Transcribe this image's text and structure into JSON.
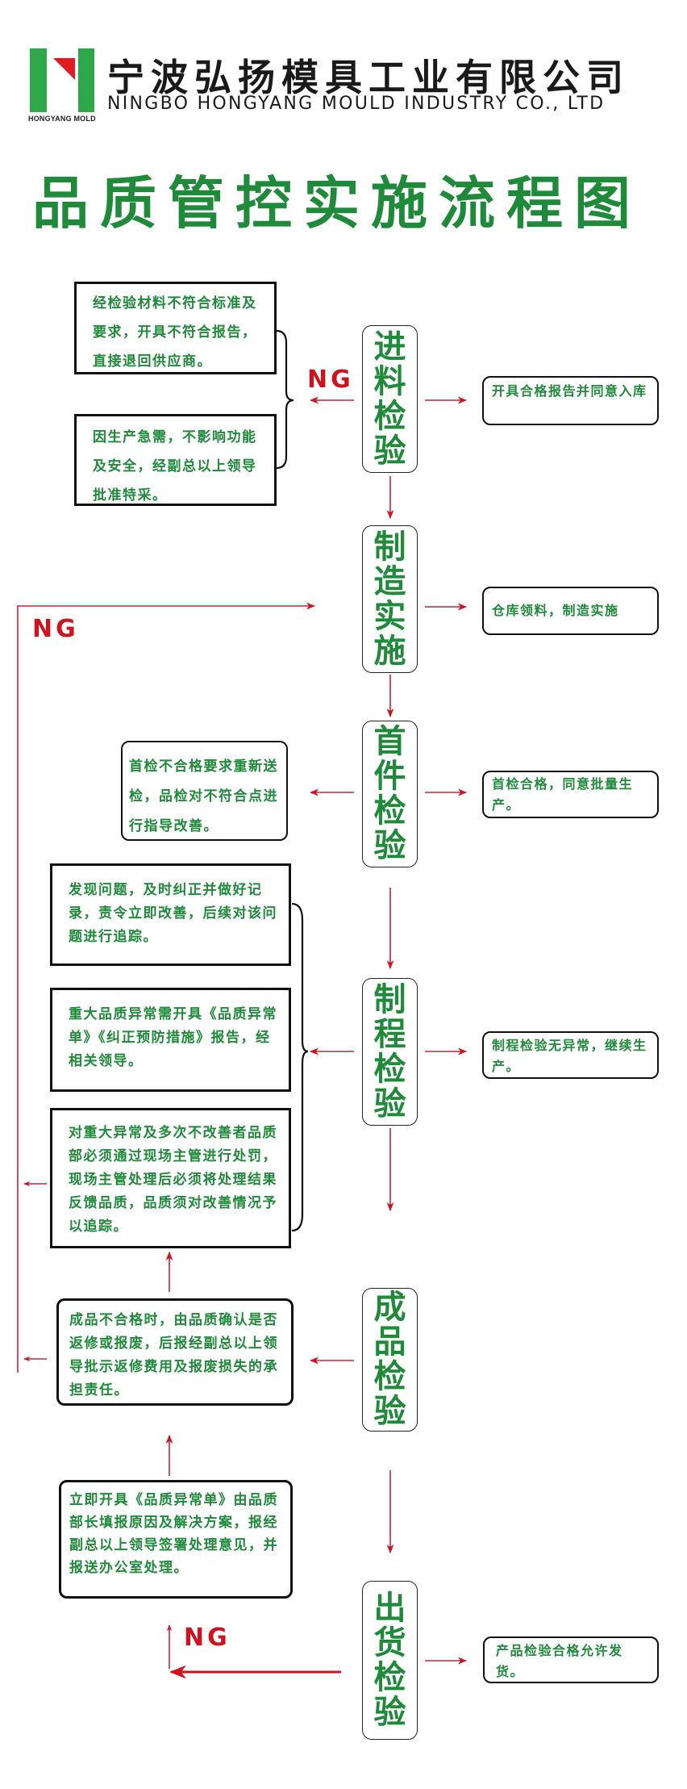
{
  "header": {
    "logo": {
      "subtitle": "HONGYANG MOLD",
      "colors": {
        "bars": "#2fa84a",
        "triangle": "#e21a22"
      }
    },
    "company_cn": "宁波弘扬模具工业有限公司",
    "company_en": "NINGBO HONGYANG MOULD INDUSTRY CO., LTD"
  },
  "title": "品质管控实施流程图",
  "colors": {
    "text_green": "#1f8a3a",
    "arrow_red": "#d0121f",
    "border": "#111111"
  },
  "ng_label": "NG",
  "stages": [
    {
      "id": "incoming",
      "chars": [
        "进",
        "料",
        "检",
        "验"
      ],
      "label": "进料检验",
      "pass_note": "开具合格报告并同意入库",
      "fail_notes": [
        "经检验材料不符合标准及要求，开具不符合报告，直接退回供应商。",
        "因生产急需，不影响功能及安全，经副总以上领导批准特采。"
      ]
    },
    {
      "id": "manufacturing",
      "chars": [
        "制",
        "造",
        "实",
        "施"
      ],
      "label": "制造实施",
      "pass_note": "仓库领料，制造实施"
    },
    {
      "id": "first-article",
      "chars": [
        "首",
        "件",
        "检",
        "验"
      ],
      "label": "首件检验",
      "pass_note": "首检合格，同意批量生产。",
      "fail_notes": [
        "首检不合格要求重新送检，品检对不符合点进行指导改善。"
      ]
    },
    {
      "id": "in-process",
      "chars": [
        "制",
        "程",
        "检",
        "验"
      ],
      "label": "制程检验",
      "pass_note": "制程检验无异常，继续生产。",
      "fail_notes": [
        "发现问题，及时纠正并做好记录，责令立即改善，后续对该问题进行追踪。",
        "重大品质异常需开具《品质异常单》《纠正预防措施》报告，经相关领导。",
        "对重大异常及多次不改善者品质部必须通过现场主管进行处罚，现场主管处理后必须将处理结果反馈品质，品质须对改善情况予以追踪。"
      ]
    },
    {
      "id": "finished-product",
      "chars": [
        "成",
        "品",
        "检",
        "验"
      ],
      "label": "成品检验",
      "fail_notes": [
        "成品不合格时，由品质确认是否返修或报废，后报经副总以上领导批示返修费用及报废损失的承担责任。"
      ]
    },
    {
      "id": "outgoing",
      "chars": [
        "出",
        "货",
        "检",
        "验"
      ],
      "label": "出货检验",
      "pass_note": "产品检验合格允许发货。",
      "fail_notes": [
        "立即开具《品质异常单》由品质部长填报原因及解决方案，报经副总以上领导签署处理意见，并报送办公室处理。"
      ]
    }
  ]
}
